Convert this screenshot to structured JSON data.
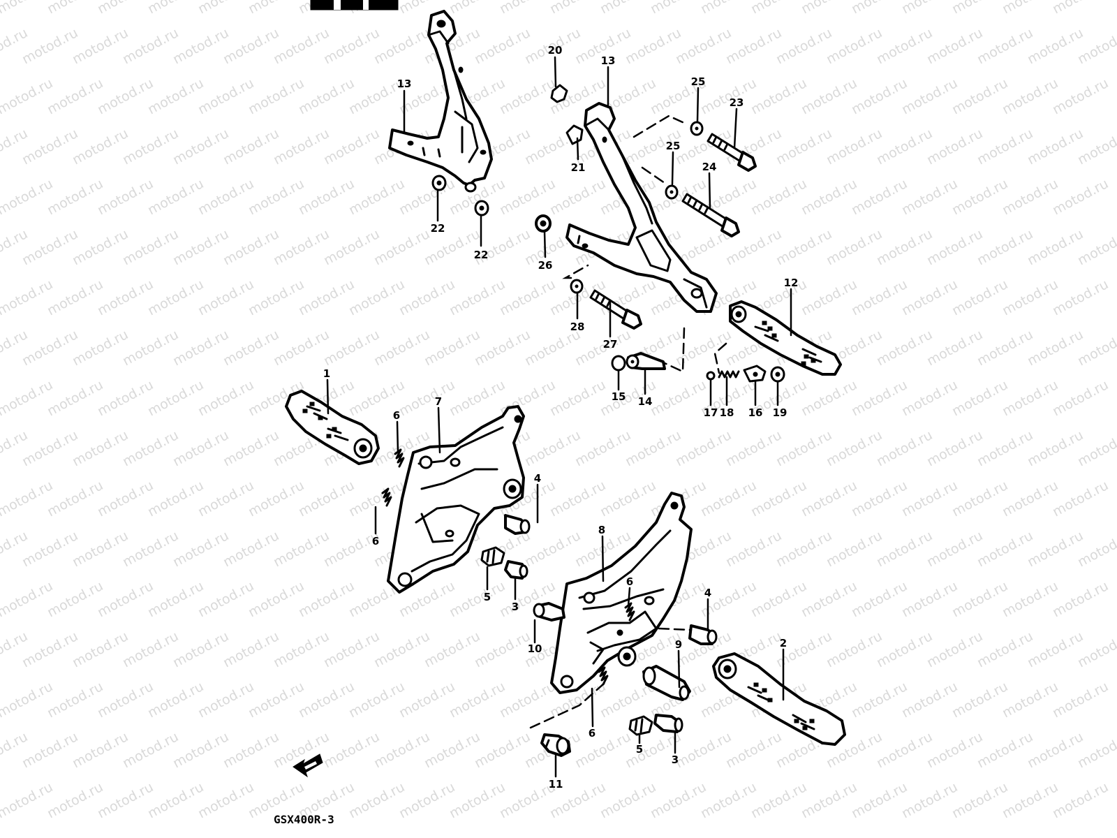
{
  "watermark": {
    "text": "motod.ru",
    "color": "#d9d9d9"
  },
  "model_code": "GSX400R-3",
  "callouts": {
    "p1": "1",
    "p2": "2",
    "p3a": "3",
    "p3b": "3",
    "p4a": "4",
    "p4b": "4",
    "p5a": "5",
    "p5b": "5",
    "p6a": "6",
    "p6b": "6",
    "p6c": "6",
    "p6d": "6",
    "p7": "7",
    "p8": "8",
    "p9": "9",
    "p10": "10",
    "p11": "11",
    "p12": "12",
    "p13a": "13",
    "p13b": "13",
    "p14": "14",
    "p15": "15",
    "p16": "16",
    "p17": "17",
    "p18": "18",
    "p19": "19",
    "p20": "20",
    "p21": "21",
    "p22a": "22",
    "p22b": "22",
    "p23": "23",
    "p24": "24",
    "p25a": "25",
    "p25b": "25",
    "p26": "26",
    "p27": "27",
    "p28": "28"
  },
  "icons": {
    "front_arrow": "direction-arrow-icon",
    "header_fragment": "cropped-header-mark"
  }
}
